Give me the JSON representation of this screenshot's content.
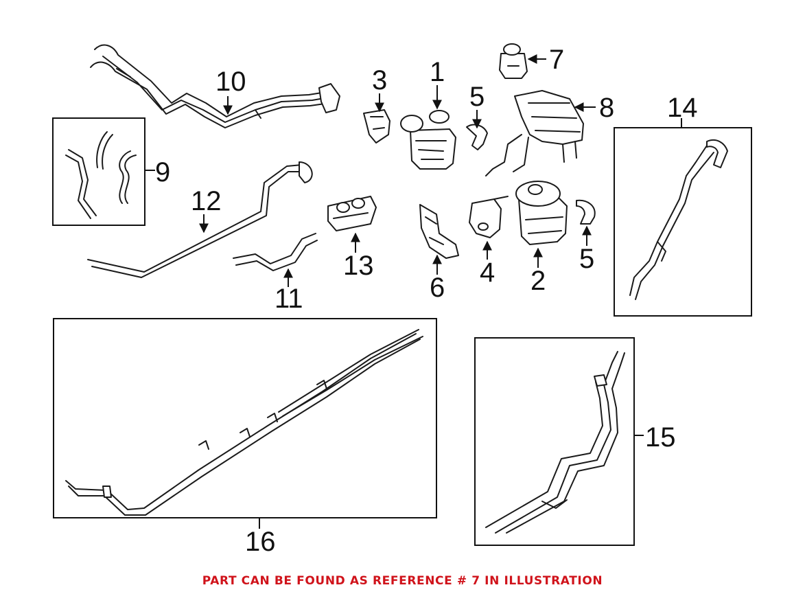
{
  "callouts": {
    "c1": "1",
    "c2": "2",
    "c3": "3",
    "c4": "4",
    "c5a": "5",
    "c5b": "5",
    "c6": "6",
    "c7": "7",
    "c8": "8",
    "c9": "9",
    "c10": "10",
    "c11": "11",
    "c12": "12",
    "c13": "13",
    "c14": "14",
    "c15": "15",
    "c16": "16"
  },
  "footer": {
    "note": "PART CAN BE FOUND AS REFERENCE # 7 IN ILLUSTRATION",
    "note_color": "#d0131b"
  }
}
